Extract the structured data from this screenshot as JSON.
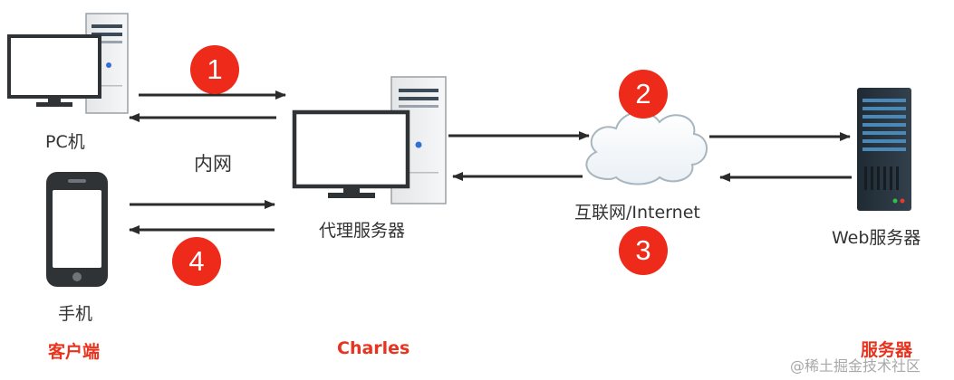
{
  "nodes": {
    "pc": "PC机",
    "lan": "内网",
    "phone": "手机",
    "proxy": "代理服务器",
    "internet": "互联网/Internet",
    "web_server": "Web服务器"
  },
  "groups": {
    "client": "客户端",
    "charles": "Charles",
    "server": "服务器"
  },
  "steps": [
    "1",
    "2",
    "3",
    "4"
  ],
  "watermark": "@稀土掘金技术社区",
  "colors": {
    "accent_red": "#ee2a1b",
    "group_label_red": "#e8331e",
    "arrow": "#2b2b2b"
  }
}
